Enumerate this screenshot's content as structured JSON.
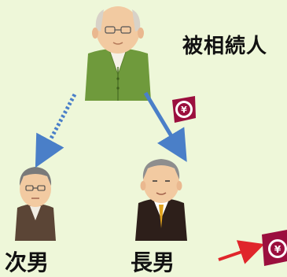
{
  "labels": {
    "deceased": "被相続人",
    "second_son": "次男",
    "eldest_son": "長男"
  },
  "icons": {
    "currency_symbol": "¥"
  },
  "colors": {
    "background": "#eef7d9",
    "arrow_blue": "#4a7fc8",
    "arrow_red": "#e0262b",
    "coin_badge": "#9b0f3e",
    "father_jacket": "#6f9a3c",
    "eldest_jacket": "#2d1f1a",
    "eldest_tie": "#e0a21d",
    "second_jacket": "#5b4536"
  }
}
